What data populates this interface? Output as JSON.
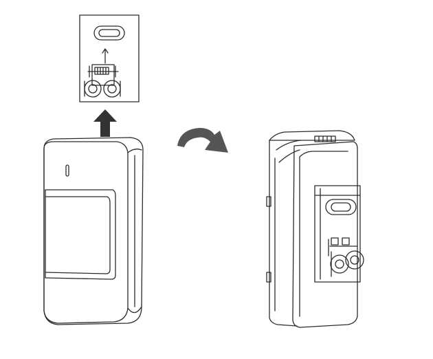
{
  "figure": {
    "panels": [
      {
        "id": "bracket",
        "icon": "mounting-bracket"
      },
      {
        "id": "front",
        "icon": "pir-sensor-front"
      },
      {
        "id": "rear",
        "icon": "pir-sensor-rear-with-bracket"
      }
    ],
    "arrows": [
      {
        "id": "up",
        "icon": "arrow-up",
        "color": "#333333"
      },
      {
        "id": "rotate",
        "icon": "curved-arrow",
        "color": "#555555"
      }
    ],
    "stroke_color": "#2b2b2b"
  }
}
